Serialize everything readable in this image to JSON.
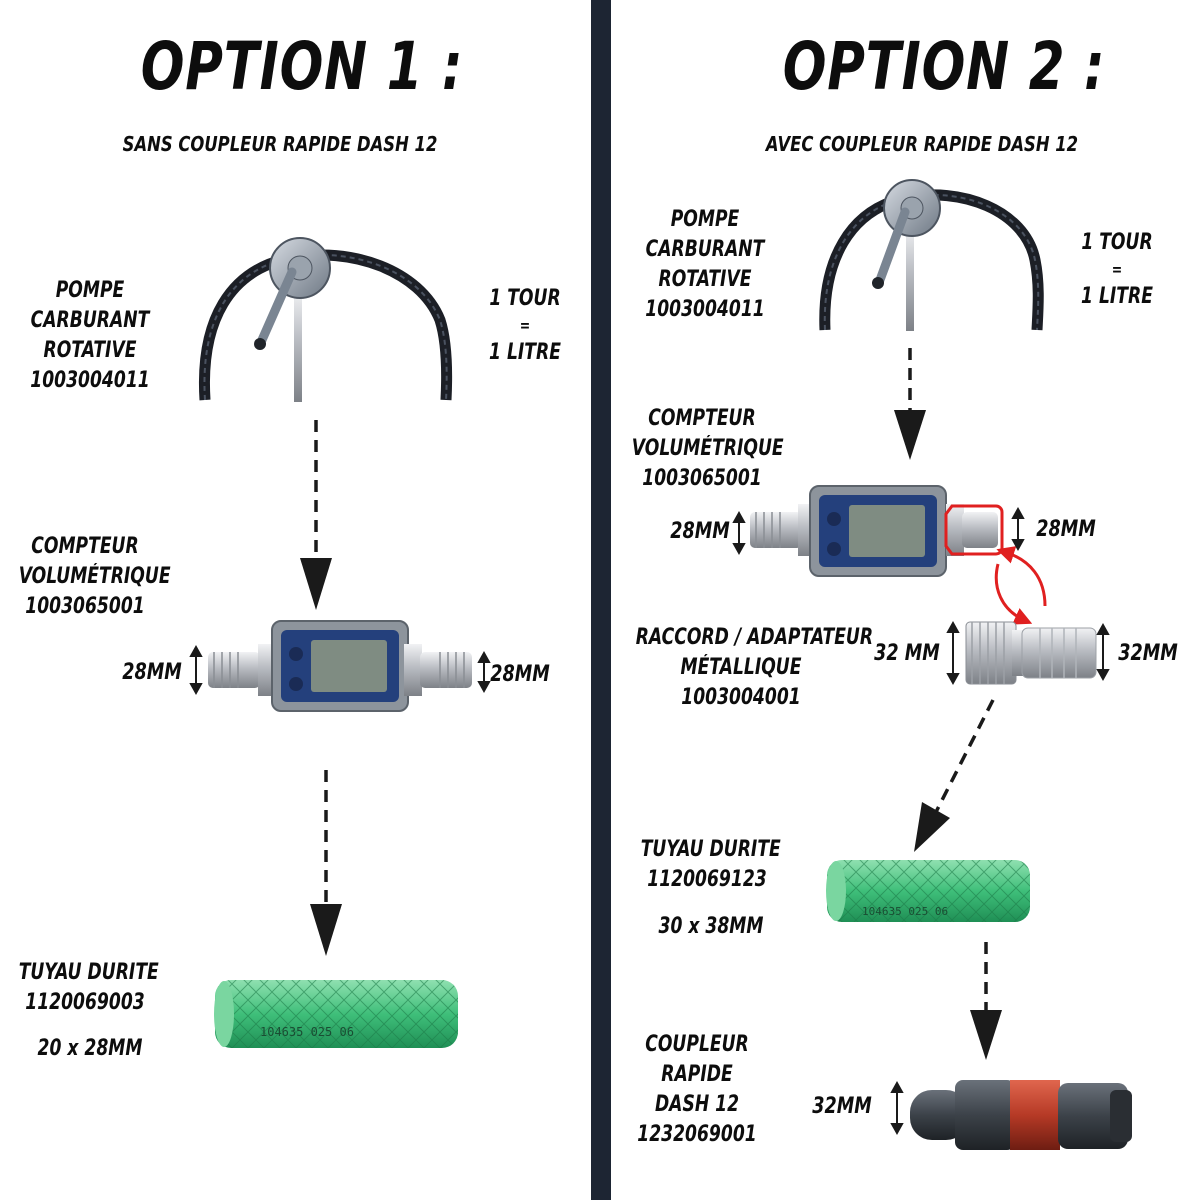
{
  "left": {
    "title": "OPTION 1 :",
    "subtitle": "SANS COUPLEUR RAPIDE DASH 12",
    "pump": {
      "lines": [
        "POMPE",
        "CARBURANT",
        "ROTATIVE",
        "1003004011"
      ]
    },
    "ratio": {
      "lines": [
        "1 TOUR",
        "=",
        "1 LITRE"
      ]
    },
    "meter": {
      "lines": [
        "COMPTEUR",
        "VOLUMÉTRIQUE",
        "1003065001"
      ],
      "dim_left": "28MM",
      "dim_right": "28MM"
    },
    "hose": {
      "lines": [
        "TUYAU DURITE",
        "1120069003"
      ],
      "size": "20 x 28MM",
      "print": "104635  025  06"
    }
  },
  "right": {
    "title": "OPTION 2 :",
    "subtitle": "AVEC COUPLEUR RAPIDE DASH 12",
    "pump": {
      "lines": [
        "POMPE",
        "CARBURANT",
        "ROTATIVE",
        "1003004011"
      ]
    },
    "ratio": {
      "lines": [
        "1 TOUR",
        "=",
        "1 LITRE"
      ]
    },
    "meter": {
      "lines": [
        "COMPTEUR",
        "VOLUMÉTRIQUE",
        "1003065001"
      ],
      "dim_left": "28MM",
      "dim_right": "28MM"
    },
    "adapter": {
      "lines": [
        "RACCORD / ADAPTATEUR",
        "MÉTALLIQUE",
        "1003004001"
      ],
      "dim_left": "32 MM",
      "dim_right": "32MM"
    },
    "hose": {
      "lines": [
        "TUYAU  DURITE",
        "1120069123"
      ],
      "size": "30 x 38MM",
      "print": "104635  025  06"
    },
    "coupler": {
      "lines": [
        "COUPLEUR",
        "RAPIDE",
        "DASH 12",
        "1232069001"
      ],
      "dim": "32MM"
    }
  },
  "colors": {
    "divider": "#1d2533",
    "hose_green": "#3fbf7a",
    "highlight_red": "#e02020",
    "coupler_red": "#c0392b"
  },
  "icons": [
    "rotary-pump-icon",
    "flow-meter-icon",
    "metal-adapter-icon",
    "green-hose-icon",
    "quick-coupler-icon"
  ]
}
